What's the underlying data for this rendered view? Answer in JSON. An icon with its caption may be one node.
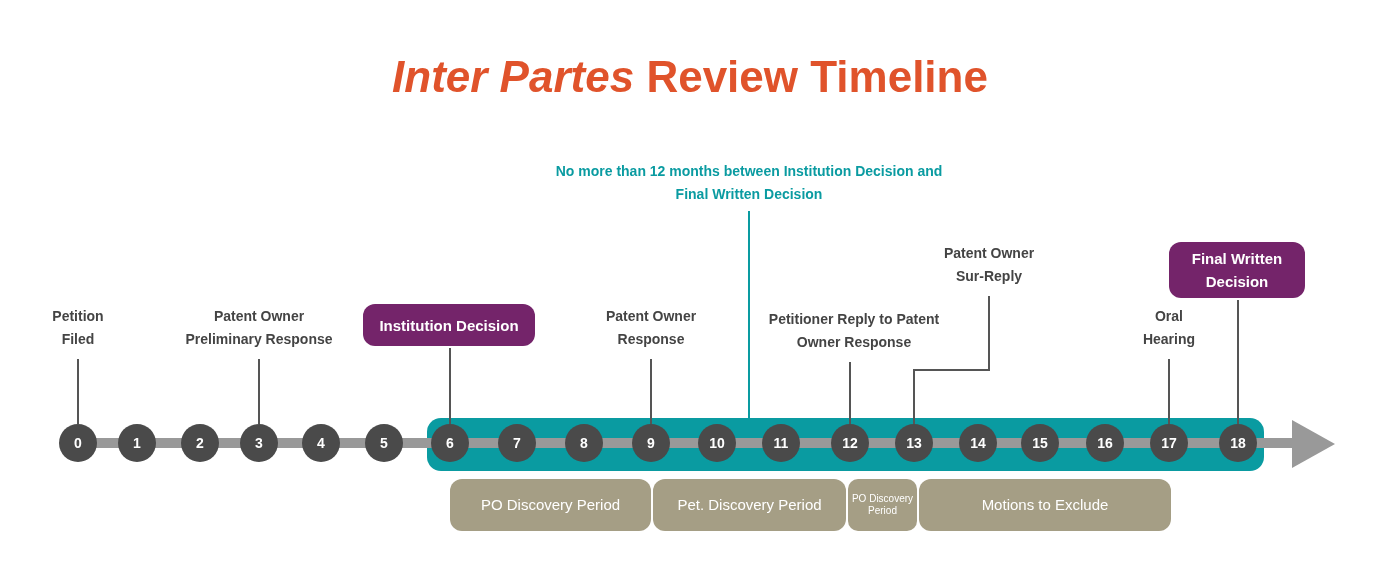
{
  "diagram": {
    "title": "*Inter Partes* Review Timeline",
    "nodes": [
      {
        "text": [
          "0"
        ]
      },
      {
        "text": [
          "1"
        ]
      },
      {
        "text": [
          "2"
        ]
      },
      {
        "text": [
          "3"
        ]
      },
      {
        "text": [
          "4"
        ]
      },
      {
        "text": [
          "5"
        ]
      },
      {
        "text": [],
        "shape": "bar"
      },
      {
        "text": [
          "6"
        ],
        "in": 6
      },
      {
        "text": [
          "7"
        ],
        "in": 6
      },
      {
        "text": [
          "8"
        ],
        "in": 6
      },
      {
        "text": [
          "9"
        ],
        "in": 6
      },
      {
        "text": [
          "10"
        ],
        "in": 6
      },
      {
        "text": [
          "11"
        ],
        "in": 6
      },
      {
        "text": [
          "12"
        ],
        "in": 6
      },
      {
        "text": [
          "13"
        ],
        "in": 6
      },
      {
        "text": [
          "14"
        ],
        "in": 6
      },
      {
        "text": [
          "15"
        ],
        "in": 6
      },
      {
        "text": [
          "16"
        ],
        "in": 6
      },
      {
        "text": [
          "17"
        ],
        "in": 6
      },
      {
        "text": [
          "18"
        ],
        "in": 6
      },
      {
        "text": [
          "Petition Filed"
        ]
      },
      {
        "text": [
          "Patent Owner Preliminary Response"
        ]
      },
      {
        "text": [
          "Institution Decision"
        ]
      },
      {
        "text": [
          "Patent Owner Response"
        ]
      },
      {
        "text": [
          "No more than 12 months between Institution Decision and Final Written Decision"
        ]
      },
      {
        "text": [
          "Petitioner Reply to Patent Owner Response"
        ]
      },
      {
        "text": [
          "Patent Owner Sur-Reply"
        ]
      },
      {
        "text": [
          "Oral Hearing"
        ]
      },
      {
        "text": [
          "Final Written Decision"
        ]
      },
      {
        "text": [
          "PO Discovery Period"
        ]
      },
      {
        "text": [
          "Pet. Discovery Period"
        ]
      },
      {
        "text": [
          "PO Discovery Period"
        ]
      },
      {
        "text": [
          "Motions to Exclude"
        ]
      }
    ],
    "edges": [
      {
        "from": 20,
        "to": 0,
        "arrow": "none"
      },
      {
        "from": 21,
        "to": 3,
        "arrow": "none"
      },
      {
        "from": 22,
        "to": 7,
        "arrow": "none"
      },
      {
        "from": 23,
        "to": 10,
        "arrow": "none"
      },
      {
        "from": 24,
        "to": 6,
        "arrow": "none",
        "color": "#0a9ba1"
      },
      {
        "from": 25,
        "to": 13,
        "arrow": "none"
      },
      {
        "from": 26,
        "to": 14,
        "arrow": "none"
      },
      {
        "from": 27,
        "to": 18,
        "arrow": "none"
      },
      {
        "from": 28,
        "to": 19,
        "arrow": "none"
      }
    ]
  }
}
